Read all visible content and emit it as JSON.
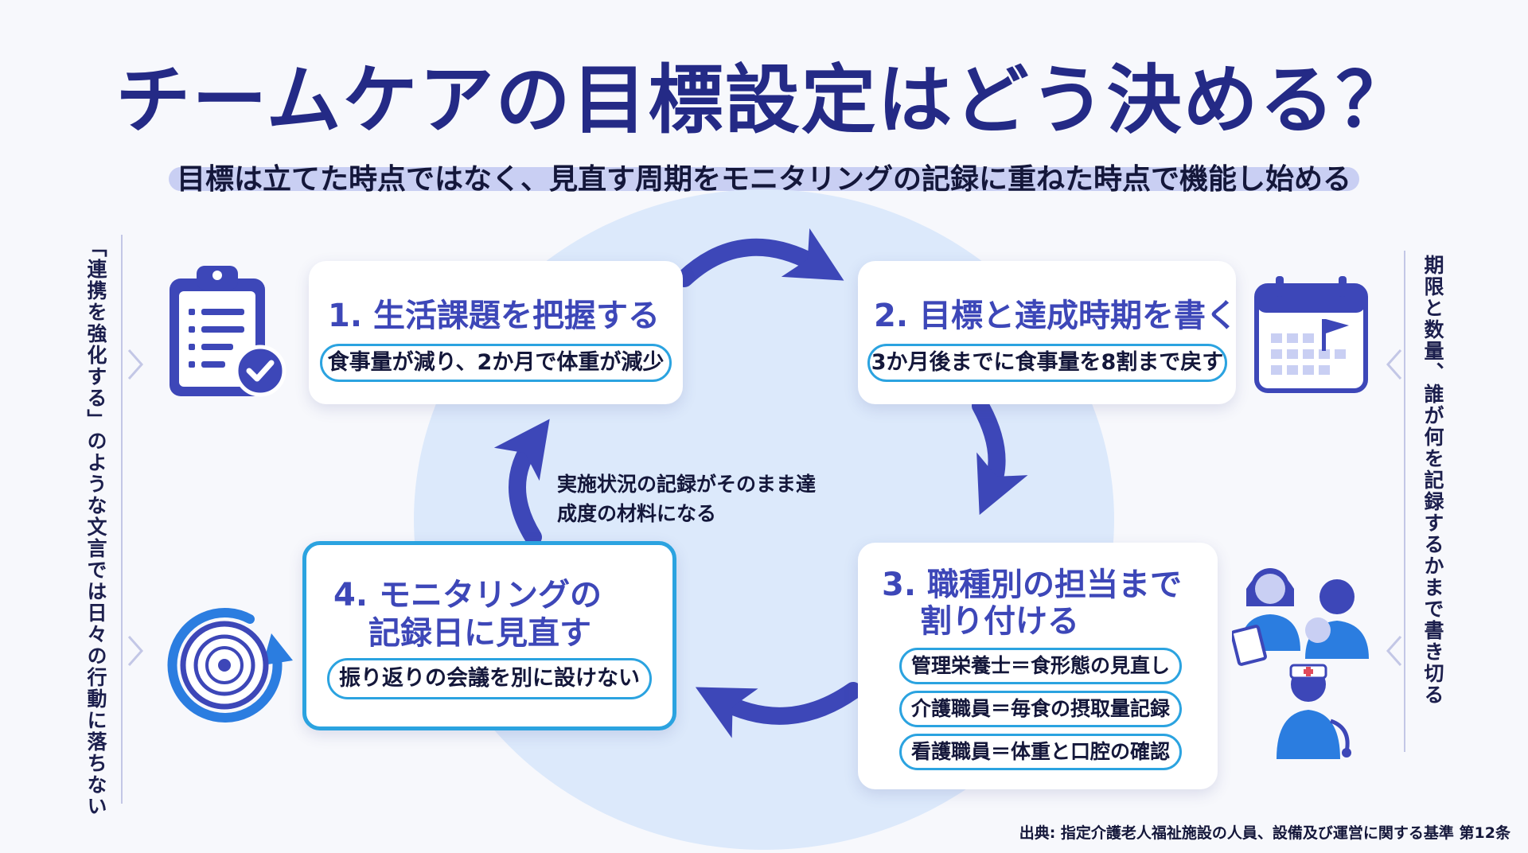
{
  "title": "チームケアの目標設定はどう決める？",
  "subtitle": "目標は立てた時点ではなく、見直す周期をモニタリングの記録に重ねた時点で機能し始める",
  "left_note": "「連携を強化する」のような文言では日々の行動に落ちない",
  "right_note": "期限と数量、誰が何を記録するかまで書き切る",
  "steps": [
    {
      "title": "1. 生活課題を把握する",
      "items": [
        "食事量が減り、2か月で体重が減少"
      ]
    },
    {
      "title": "2. 目標と達成時期を書く",
      "items": [
        "3か月後までに食事量を8割まで戻す"
      ]
    },
    {
      "title_line1": "3. 職種別の担当まで",
      "title_line2": "割り付ける",
      "items": [
        "管理栄養士＝食形態の見直し",
        "介護職員＝毎食の摂取量記録",
        "看護職員＝体重と口腔の確認"
      ]
    },
    {
      "title_line1": "4. モニタリングの",
      "title_line2": "記録日に見直す",
      "items": [
        "振り返りの会議を別に設けない"
      ]
    }
  ],
  "center_note": "実施状況の記録がそのまま達成度の材料になる",
  "source": "出典: 指定介護老人福祉施設の人員、設備及び運営に関する基準 第12条",
  "colors": {
    "title": "#242a86",
    "accent": "#3d47b8",
    "pill_border": "#2ba3e0",
    "circle": "#dce9fb"
  }
}
